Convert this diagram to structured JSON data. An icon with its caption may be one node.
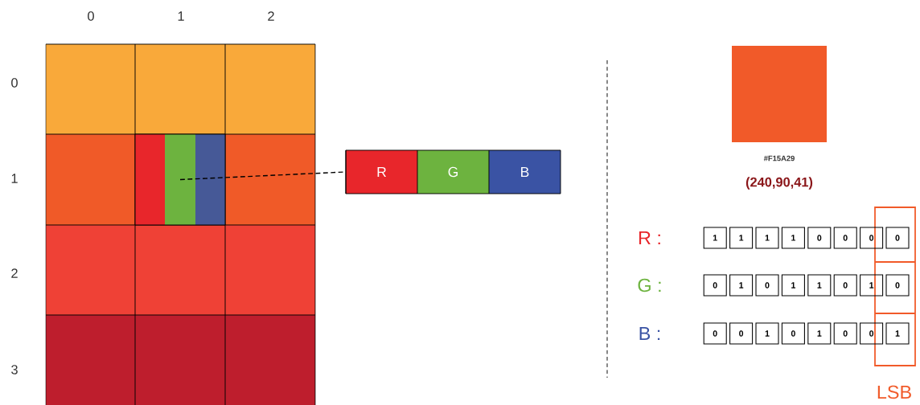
{
  "diagram": {
    "nodes": [
      {
        "text": [],
        "shape": "box"
      },
      {
        "text": [
          "R",
          "G",
          "B"
        ]
      }
    ],
    "edges": [
      {
        "from": 0,
        "to": 1,
        "arrow": "none",
        "style": "dashed"
      }
    ],
    "labels": [
      "0",
      "1",
      "2",
      "0",
      "1",
      "2",
      "3",
      "#F15A29",
      "(240,90,41)",
      "R :",
      "1",
      "1",
      "1",
      "1",
      "0",
      "0",
      "0",
      "0",
      "G :",
      "0",
      "1",
      "0",
      "1",
      "1",
      "0",
      "1",
      "0",
      "B :",
      "0",
      "0",
      "1",
      "0",
      "1",
      "0",
      "0",
      "1",
      "LSB"
    ]
  }
}
